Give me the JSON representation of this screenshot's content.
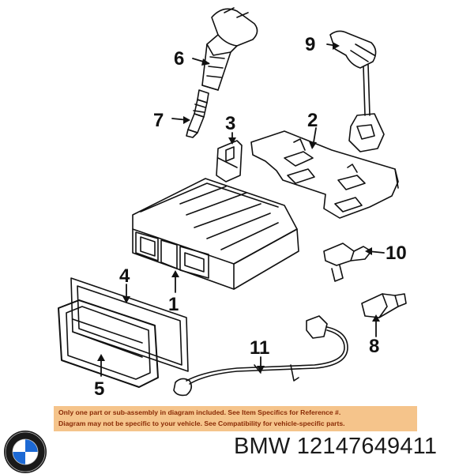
{
  "diagram": {
    "callouts": [
      "1",
      "2",
      "3",
      "4",
      "5",
      "6",
      "7",
      "8",
      "9",
      "10",
      "11"
    ]
  },
  "notice": {
    "line1": "Only one part or sub-assembly in diagram included. See Item Specifics for Reference #.",
    "line2": "Diagram may not be specific to your vehicle. See Compatibility for vehicle-specific parts."
  },
  "brand": {
    "logo_icon": "bmw-roundel-icon",
    "part_text": "BMW 12147649411"
  },
  "colors": {
    "notice_bg": "#f5c48b",
    "notice_text": "#8a2b06",
    "logo_blue": "#1c69d4"
  }
}
